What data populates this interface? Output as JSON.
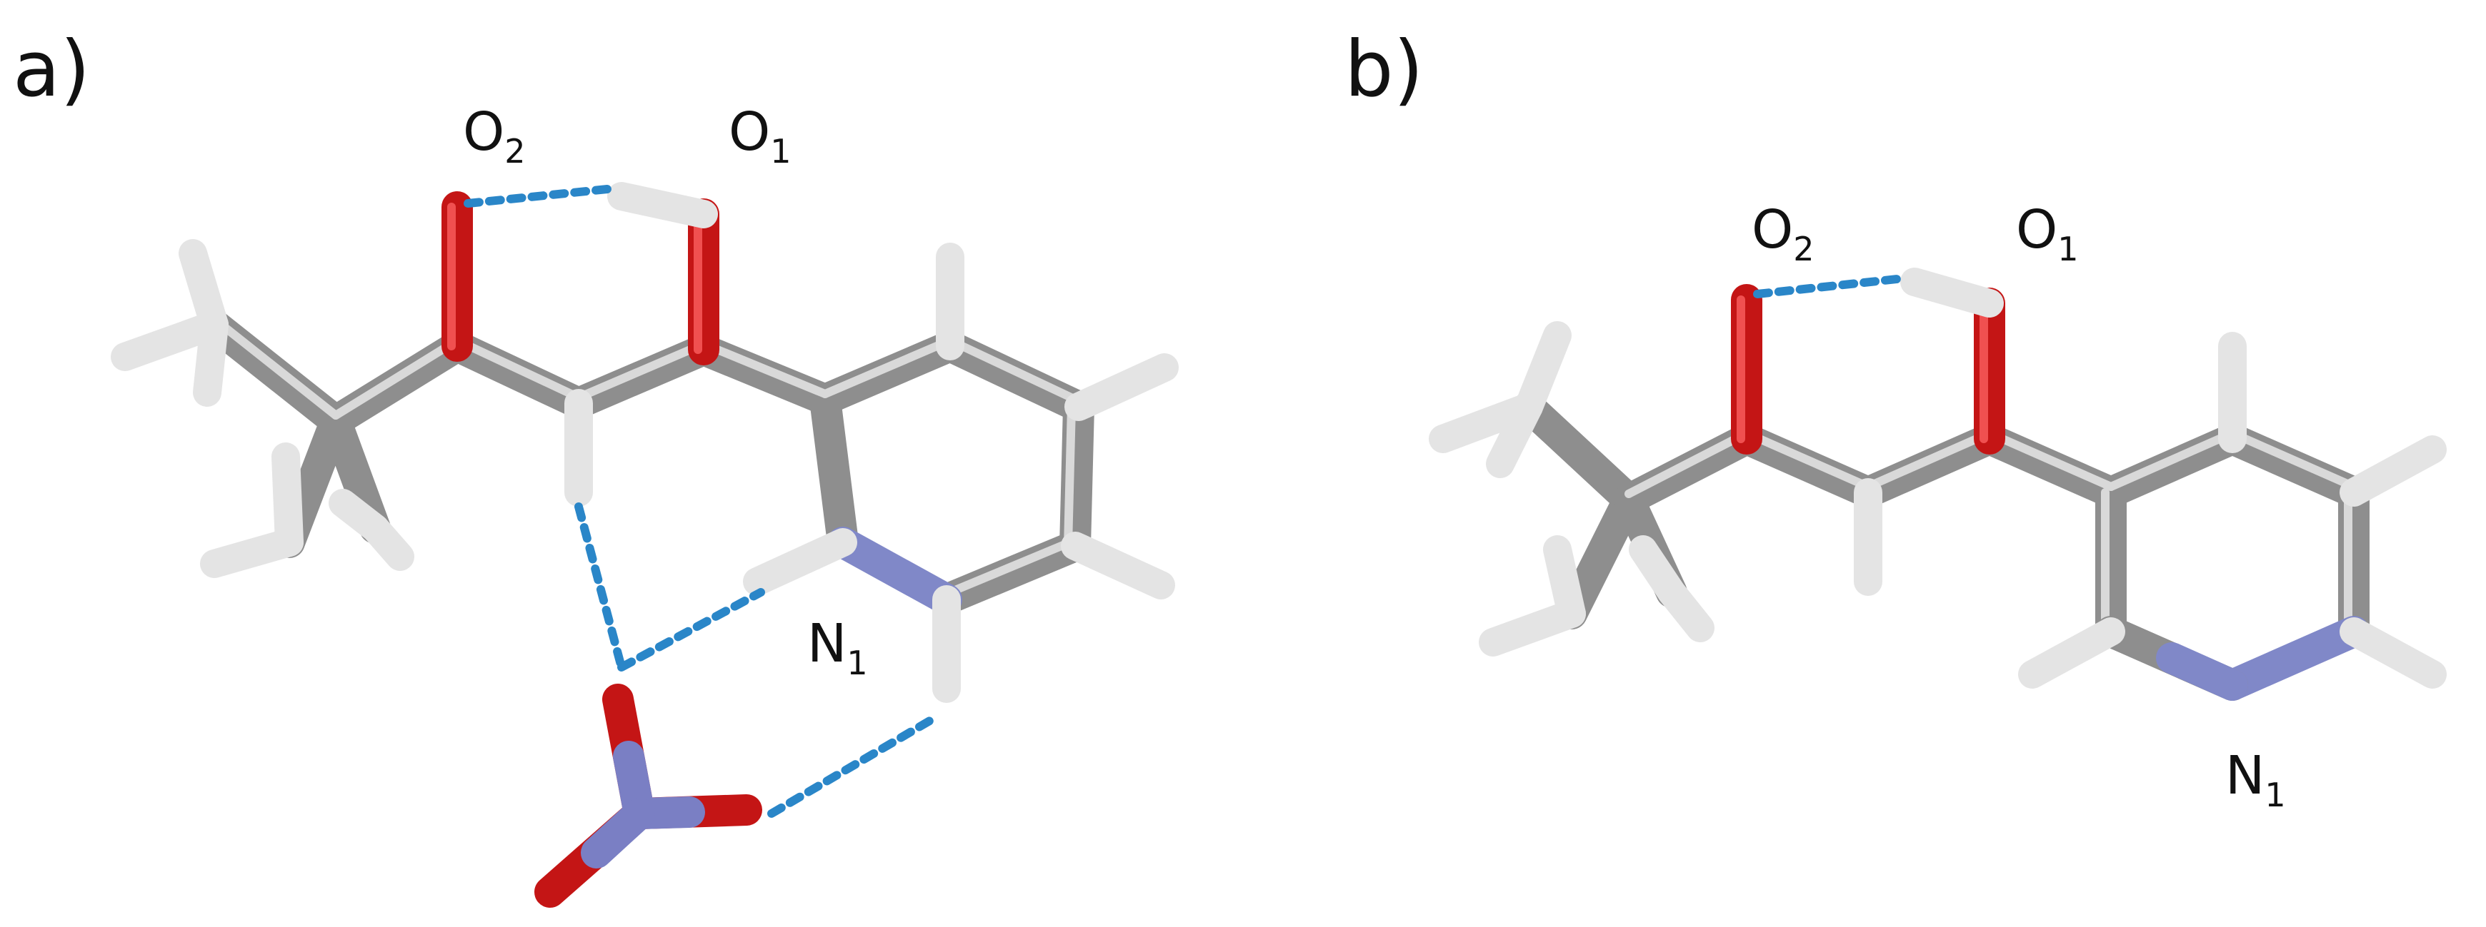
{
  "panels": [
    {
      "label": "a)",
      "atoms": {
        "o2": "O",
        "o1": "O",
        "n1": "N"
      },
      "subscripts": {
        "o2": "2",
        "o1": "1",
        "n1": "1"
      },
      "has_nitrate": true
    },
    {
      "label": "b)",
      "atoms": {
        "o2": "O",
        "o1": "O",
        "n1": "N"
      },
      "subscripts": {
        "o2": "2",
        "o1": "1",
        "n1": "1"
      },
      "has_nitrate": false
    }
  ],
  "colors": {
    "carbon": "#9a9a9a",
    "oxygen": "#d01010",
    "nitrogen": "#7a7fc4",
    "hydrogen": "#f2f2f2",
    "hbond": "#2a86c8"
  }
}
